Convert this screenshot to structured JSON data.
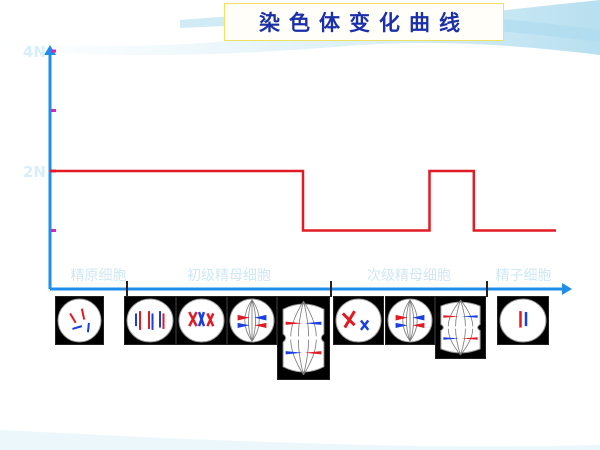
{
  "title": "染色体变化曲线",
  "chart_data": {
    "type": "line",
    "y_ticks": [
      "4N",
      "2N"
    ],
    "y_marker_levels": [
      4,
      3,
      2,
      1
    ],
    "x_stages": [
      {
        "label": "精原细胞",
        "from": 0,
        "to": 1
      },
      {
        "label": "初级精母细胞",
        "from": 1,
        "to": 4
      },
      {
        "label": "次级精母细胞",
        "from": 4,
        "to": 7
      },
      {
        "label": "精子细胞",
        "from": 7,
        "to": 8
      }
    ],
    "series": [
      {
        "color": "#e01b24",
        "points": [
          [
            0,
            2
          ],
          [
            4,
            2
          ],
          [
            4,
            1
          ],
          [
            6,
            1
          ],
          [
            6,
            2
          ],
          [
            6.7,
            2
          ],
          [
            6.7,
            1
          ],
          [
            8,
            1
          ]
        ]
      }
    ],
    "x_range": [
      0,
      8
    ],
    "y_range": [
      0,
      4
    ],
    "axis_color": "#1e8ee8"
  },
  "cells": [
    {
      "name": "spermatogonium-cell-image",
      "stage": "精原细胞",
      "icon": "cell-scattered-chromosomes-icon"
    },
    {
      "name": "primary-prophase-cell-image",
      "stage": "初级精母细胞",
      "icon": "cell-paired-chromosomes-icon"
    },
    {
      "name": "primary-synapsis-cell-image",
      "stage": "初级精母细胞",
      "icon": "cell-tetrad-icon"
    },
    {
      "name": "primary-metaphase-cell-image",
      "stage": "初级精母细胞",
      "icon": "cell-spindle-metaphase-icon"
    },
    {
      "name": "primary-anaphase-cell-image",
      "stage": "初级精母细胞",
      "icon": "cell-dividing-anaphase-icon"
    },
    {
      "name": "secondary-prophase-cell-image",
      "stage": "次级精母细胞",
      "icon": "cell-x-chromosomes-icon"
    },
    {
      "name": "secondary-metaphase-cell-image",
      "stage": "次级精母细胞",
      "icon": "cell-spindle-metaphase-icon"
    },
    {
      "name": "secondary-anaphase-cell-image",
      "stage": "次级精母细胞",
      "icon": "cell-dividing-anaphase-icon"
    },
    {
      "name": "spermatid-cell-image",
      "stage": "精子细胞",
      "icon": "cell-single-chromosomes-icon"
    }
  ]
}
